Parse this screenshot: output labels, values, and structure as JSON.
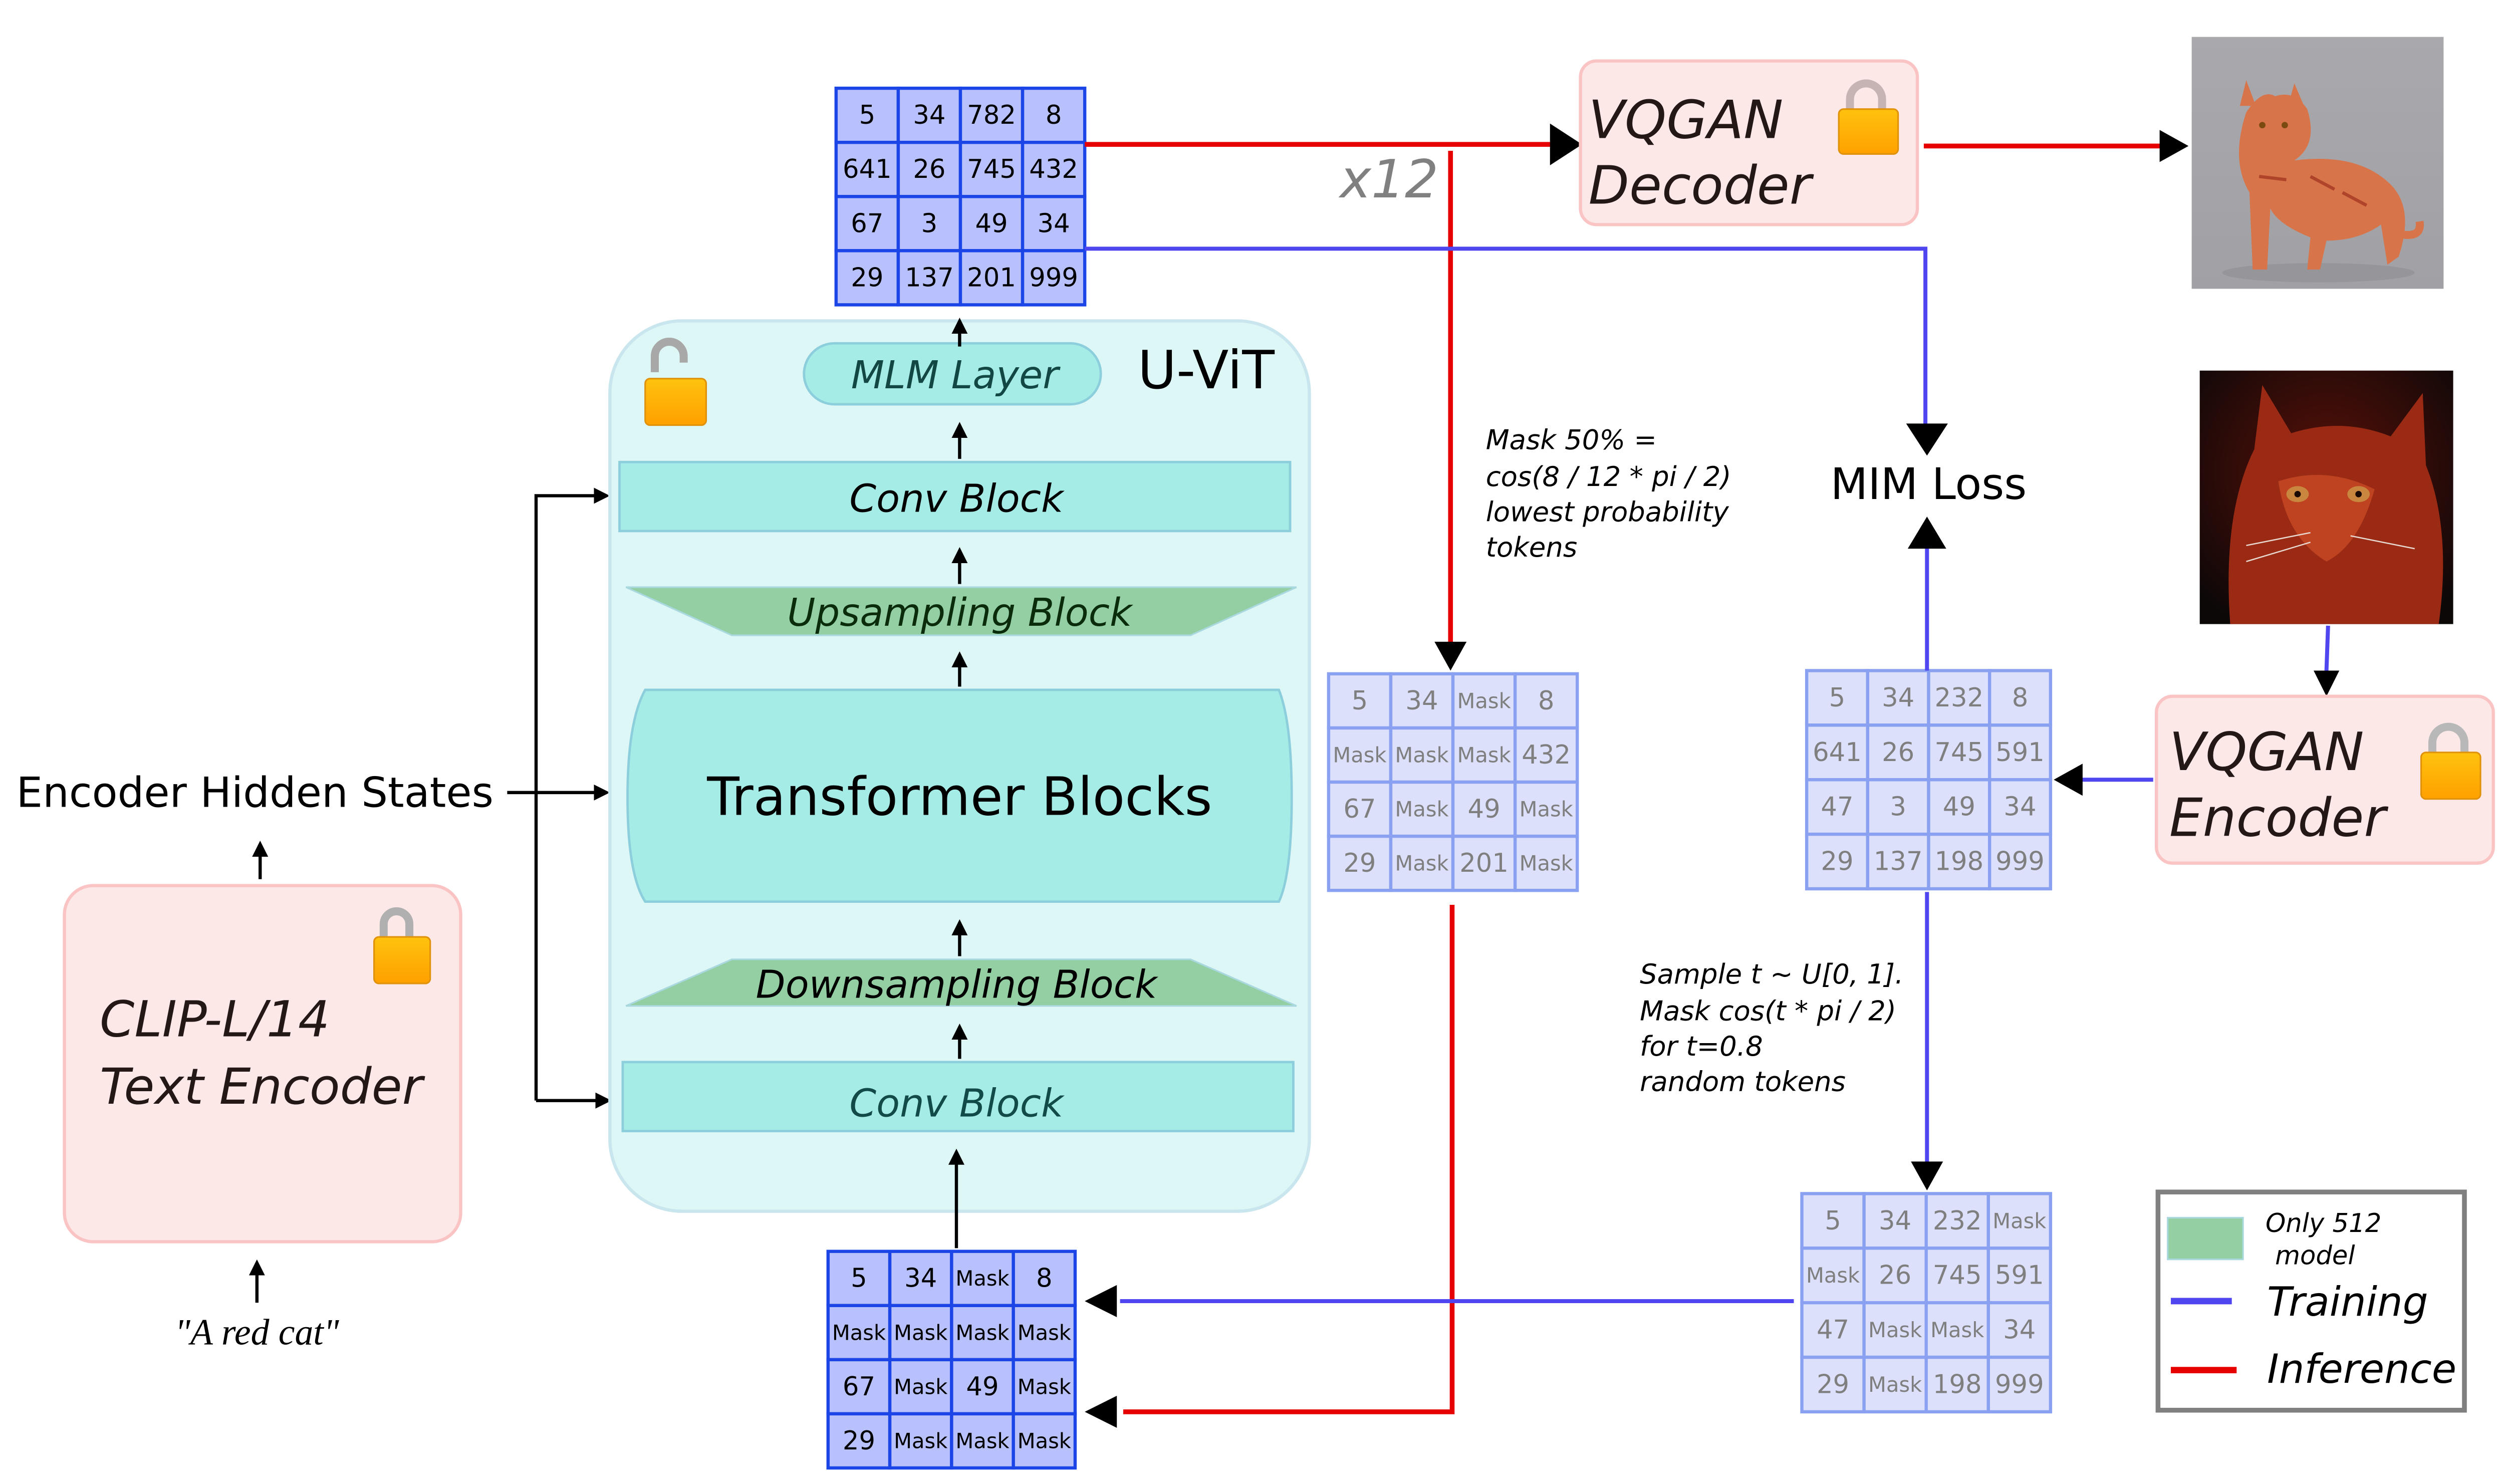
{
  "title": "Muse-style masked image modeling pipeline with U-ViT",
  "colors": {
    "training": "#4f46f0",
    "inference": "#e60000",
    "model_box_fill": "#fde8e8",
    "model_box_stroke": "#fbc4c4",
    "uvit_fill": "#ddf6f6",
    "uvit_stroke": "#c9e6ee",
    "block_fill": "#a6ece6",
    "only512_fill": "#93cfa3",
    "grid_strong_fill": "#b8c1fb",
    "grid_strong_stroke": "#1b45e6",
    "grid_light_fill": "#dde0fb",
    "grid_light_stroke": "#8aa0f0"
  },
  "text_encoder": {
    "line1": "CLIP-L/14",
    "line2": "Text Encoder",
    "prompt": "\"A red cat\"",
    "output_label": "Encoder Hidden States",
    "lock": "locked"
  },
  "uvit": {
    "title": "U-ViT",
    "lock": "unlocked",
    "mlm_layer": "MLM Layer",
    "conv_block_top": "Conv Block",
    "upsampling_block": "Upsampling Block",
    "transformer_blocks": "Transformer Blocks",
    "downsampling_block": "Downsampling Block",
    "conv_block_bottom": "Conv Block"
  },
  "vqgan_decoder": {
    "line1": "VQGAN",
    "line2": "Decoder",
    "lock": "locked"
  },
  "vqgan_encoder": {
    "line1": "VQGAN",
    "line2": "Encoder",
    "lock": "locked"
  },
  "mim_loss": "MIM Loss",
  "iteration_label": "x12",
  "inference_note": [
    "Mask 50% =",
    "cos(8 / 12 * pi / 2)",
    "lowest probability",
    "tokens"
  ],
  "training_note": [
    "Sample t ~ U[0, 1].",
    "Mask cos(t * pi / 2)",
    "for t=0.8",
    "random tokens"
  ],
  "images": {
    "generated": "generated image: orange tabby cat standing on grey background",
    "input": "input image: red cat portrait on dark background"
  },
  "grids": {
    "predicted_tokens": [
      [
        "5",
        "34",
        "782",
        "8"
      ],
      [
        "641",
        "26",
        "745",
        "432"
      ],
      [
        "67",
        "3",
        "49",
        "34"
      ],
      [
        "29",
        "137",
        "201",
        "999"
      ]
    ],
    "inference_remasked": [
      [
        "5",
        "34",
        "Mask",
        "8"
      ],
      [
        "Mask",
        "Mask",
        "Mask",
        "432"
      ],
      [
        "67",
        "Mask",
        "49",
        "Mask"
      ],
      [
        "29",
        "Mask",
        "201",
        "Mask"
      ]
    ],
    "encoder_tokens": [
      [
        "5",
        "34",
        "232",
        "8"
      ],
      [
        "641",
        "26",
        "745",
        "591"
      ],
      [
        "47",
        "3",
        "49",
        "34"
      ],
      [
        "29",
        "137",
        "198",
        "999"
      ]
    ],
    "training_masked": [
      [
        "5",
        "34",
        "232",
        "Mask"
      ],
      [
        "Mask",
        "26",
        "745",
        "591"
      ],
      [
        "47",
        "Mask",
        "Mask",
        "34"
      ],
      [
        "29",
        "Mask",
        "198",
        "999"
      ]
    ],
    "uvit_input": [
      [
        "5",
        "34",
        "Mask",
        "8"
      ],
      [
        "Mask",
        "Mask",
        "Mask",
        "Mask"
      ],
      [
        "67",
        "Mask",
        "49",
        "Mask"
      ],
      [
        "29",
        "Mask",
        "Mask",
        "Mask"
      ]
    ]
  },
  "legend": {
    "only512": [
      "Only 512",
      "model"
    ],
    "training": "Training",
    "inference": "Inference"
  }
}
